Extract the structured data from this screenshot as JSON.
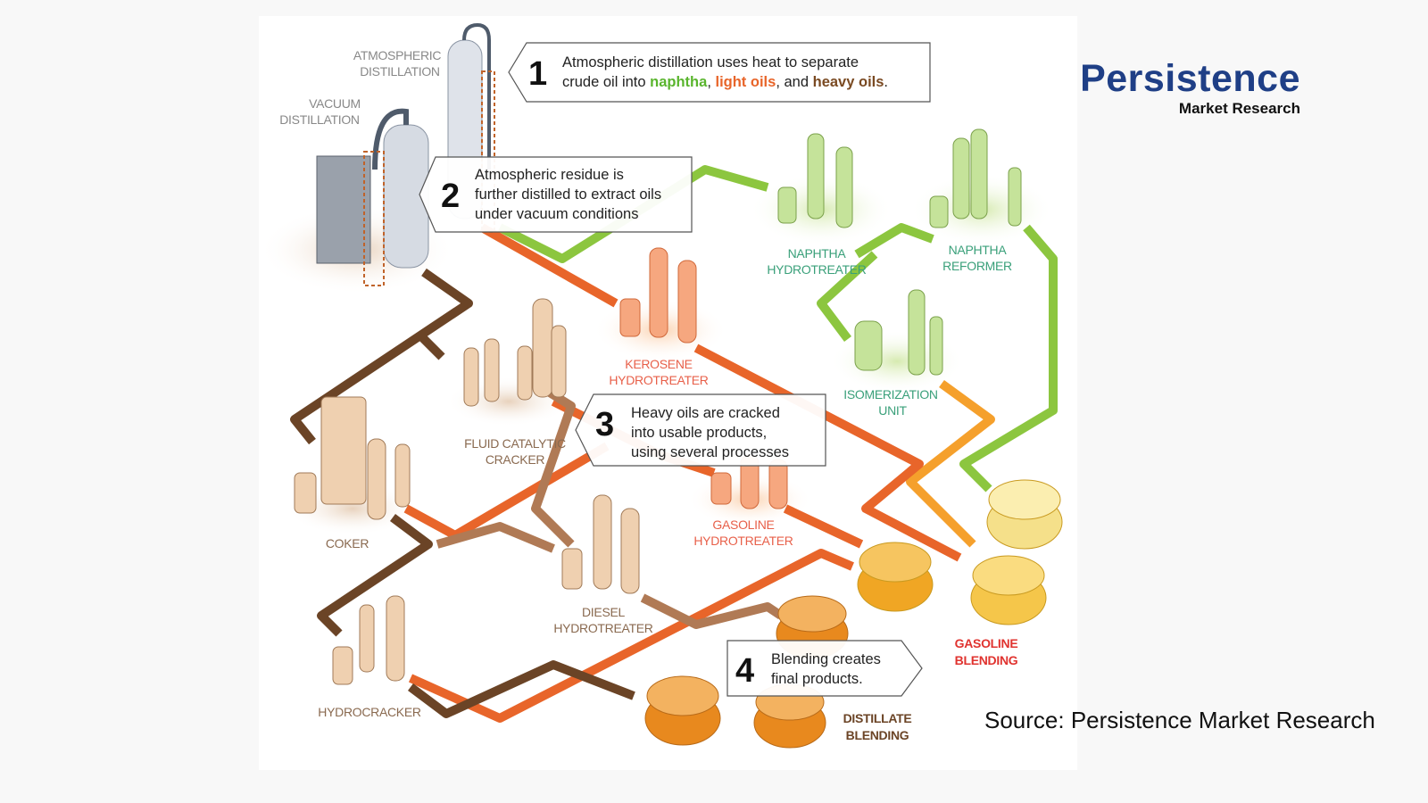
{
  "diagram": {
    "units": {
      "atmospheric_distillation": [
        "ATMOSPHERIC",
        "DISTILLATION"
      ],
      "vacuum_distillation": [
        "VACUUM",
        "DISTILLATION"
      ],
      "naphtha_hydrotreater": [
        "NAPHTHA",
        "HYDROTREATER"
      ],
      "naphtha_reformer": [
        "NAPHTHA",
        "REFORMER"
      ],
      "kerosene_hydrotreater": [
        "KEROSENE",
        "HYDROTREATER"
      ],
      "isomerization_unit": [
        "ISOMERIZATION",
        "UNIT"
      ],
      "fluid_catalytic_cracker": [
        "FLUID CATALYTIC",
        "CRACKER"
      ],
      "coker": [
        "COKER"
      ],
      "gasoline_hydrotreater": [
        "GASOLINE",
        "HYDROTREATER"
      ],
      "diesel_hydrotreater": [
        "DIESEL",
        "HYDROTREATER"
      ],
      "hydrocracker": [
        "HYDROCRACKER"
      ],
      "gasoline_blending": [
        "GASOLINE",
        "BLENDING"
      ],
      "distillate_blending": [
        "DISTILLATE",
        "BLENDING"
      ]
    },
    "heavy_oils_label": "HEAVY OILS",
    "callouts": [
      {
        "number": "1",
        "lines": [
          "Atmospheric distillation uses heat to separate"
        ],
        "line2_prefix": "crude oil into ",
        "naphtha": "naphtha",
        "sep1": ", ",
        "light_oils": "light oils",
        "sep2": ", and ",
        "heavy_oils": "heavy oils",
        "end": "."
      },
      {
        "number": "2",
        "lines": [
          "Atmospheric residue is",
          "further distilled to extract oils",
          "under vacuum conditions"
        ]
      },
      {
        "number": "3",
        "lines": [
          "Heavy oils are cracked",
          "into usable products,",
          "using several processes"
        ]
      },
      {
        "number": "4",
        "lines": [
          "Blending creates",
          "final products."
        ]
      }
    ],
    "colors": {
      "naphtha": "#8cc63f",
      "light_oils": "#e8652a",
      "heavy_oils": "#6b4426",
      "gasoline": "#e0332f"
    }
  },
  "logo": {
    "name": "Persistence",
    "subtitle": "Market Research"
  },
  "source": "Source: Persistence Market Research"
}
